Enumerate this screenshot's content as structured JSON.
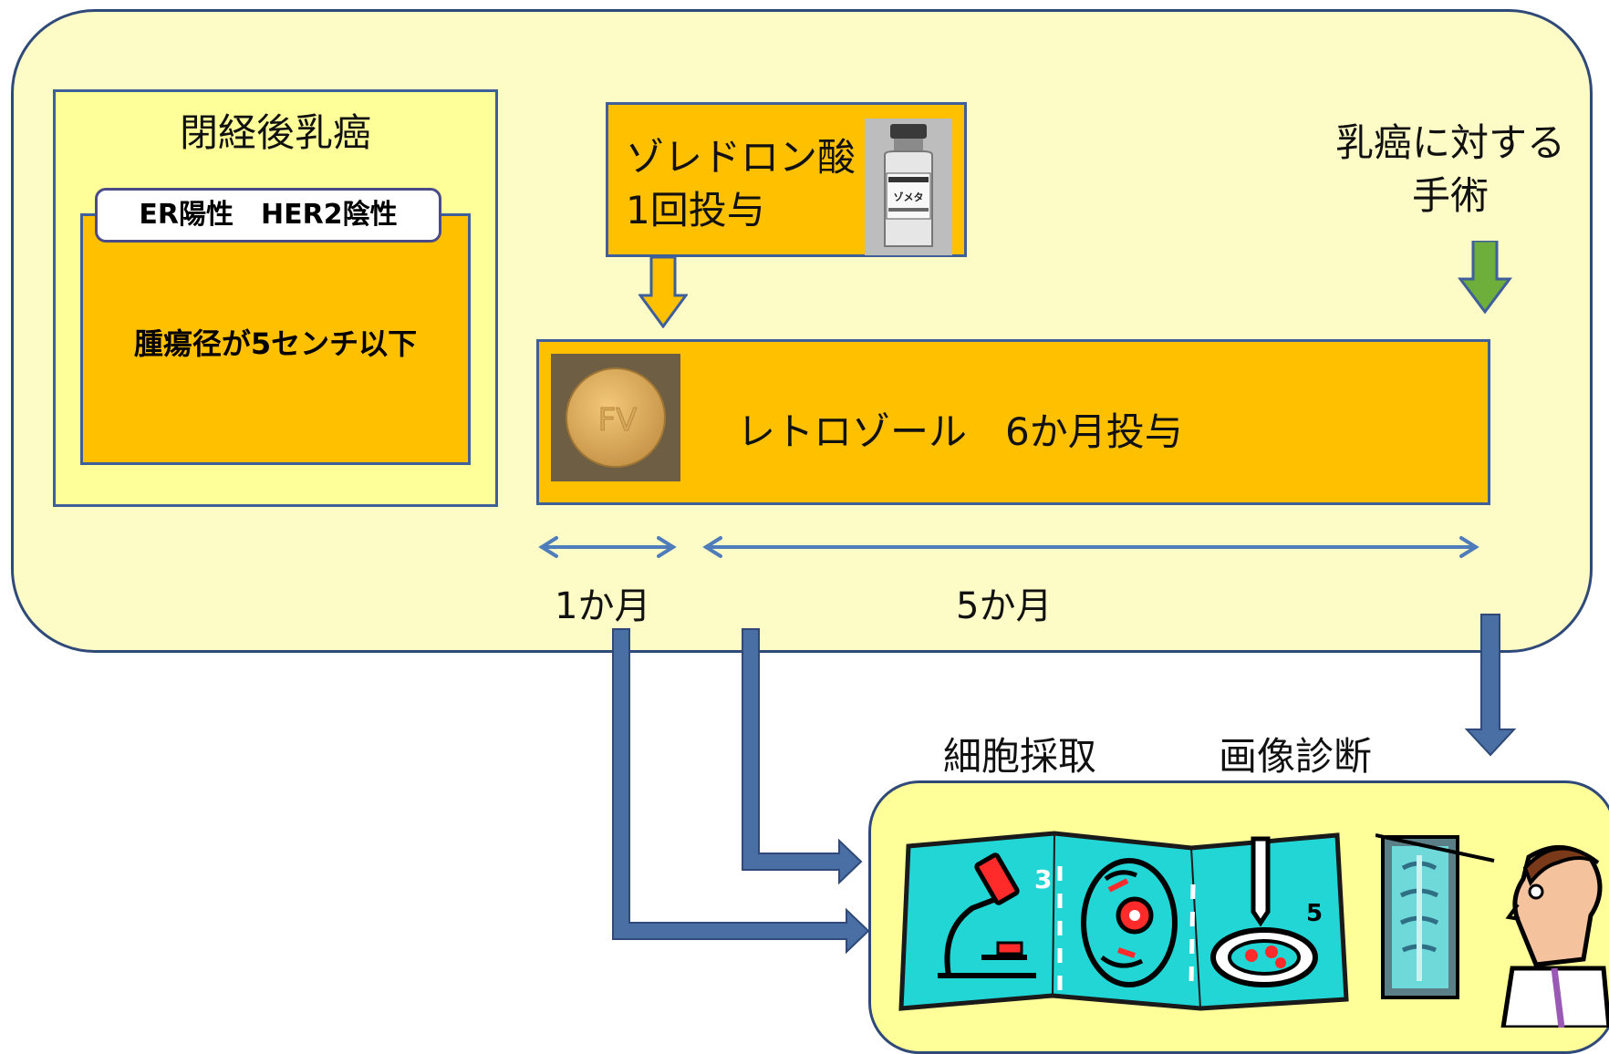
{
  "criteria": {
    "title": "閉経後乳癌",
    "receptor": "ER陽性　HER2陰性",
    "tumor": "腫瘍径が5センチ以下"
  },
  "zoledronic": {
    "line1": "ゾレドロン酸",
    "line2": "1回投与",
    "vial_label": "ゾメタ"
  },
  "surgery": {
    "line1": "乳癌に対する",
    "line2": "手術"
  },
  "letrozole": {
    "label": "レトロゾール　6か月投与",
    "pill_mark": "FV"
  },
  "periods": {
    "first": "1か月",
    "second": "5か月"
  },
  "procedures": {
    "cells": "細胞採取",
    "imaging": "画像診断"
  },
  "colors": {
    "panel_fill": "#fefcc6",
    "box_fill": "#ffff99",
    "orange": "#ffc000",
    "border_blue": "#3f5f9a",
    "flow_arrow": "#4a6fa5",
    "surgery_arrow": "#6eae3a",
    "cyan_map": "#22d6d6"
  },
  "icons": [
    "vial-icon",
    "pill-icon",
    "microscope-map-icon",
    "xray-doctor-icon"
  ]
}
